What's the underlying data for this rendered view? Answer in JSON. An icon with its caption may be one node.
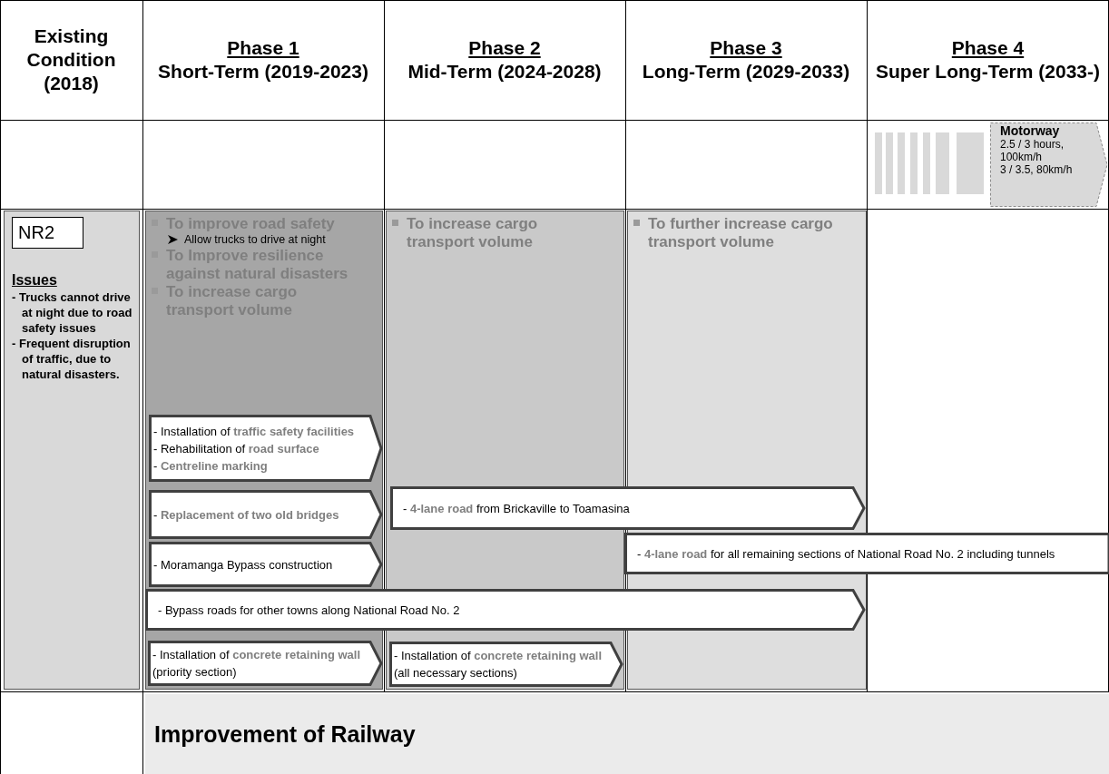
{
  "diagram": {
    "nodes": [
      {
        "text": [
          "Issues",
          "- Trucks cannot drive at night due to road safety issues",
          "- Frequent disruption of traffic, due to natural disasters."
        ]
      },
      {
        "text": [
          "NR2"
        ],
        "in": 0
      },
      {
        "text": [
          "To improve road safety",
          "Allow trucks to drive at night",
          "To Improve resilience against natural disasters",
          "To increase cargo transport volume"
        ]
      },
      {
        "text": [
          "To increase cargo transport volume"
        ]
      },
      {
        "text": [
          "To further increase cargo transport volume"
        ]
      },
      {
        "text": [
          "- Installation of **traffic safety facilities**",
          "- Rehabilitation of **road surface**",
          "- **Centreline marking**"
        ],
        "in": 2
      },
      {
        "text": [
          "- **Replacement of two old bridges**"
        ],
        "in": 2
      },
      {
        "text": [
          "- **4-lane road** from Brickaville to Toamasina"
        ]
      },
      {
        "text": [
          "- Moramanga Bypass construction"
        ],
        "in": 2
      },
      {
        "text": [
          "- **4-lane road** for all remaining sections of National Road No. 2 including tunnels"
        ]
      },
      {
        "text": [
          "- Bypass roads for other towns along National Road No. 2"
        ]
      },
      {
        "text": [
          "- Installation of **concrete retaining wall** (priority section)"
        ],
        "in": 2
      },
      {
        "text": [
          "- Installation of **concrete retaining wall** (all necessary sections)"
        ],
        "in": 3
      },
      {
        "text": [
          "Motorway",
          "2.5 / 3 hours, 100km/h",
          "3 / 3.5, 80km/h"
        ]
      },
      {
        "text": [
          "Improvement of Railway"
        ]
      }
    ],
    "edges": [],
    "labels": [
      "Existing Condition (2018)",
      "Phase 1",
      "Short-Term (2019-2023)",
      "Phase 2",
      "Mid-Term (2024-2028)",
      "Phase 3",
      "Long-Term (2029-2033)",
      "Phase 4",
      "Super Long-Term (2033-)"
    ]
  }
}
